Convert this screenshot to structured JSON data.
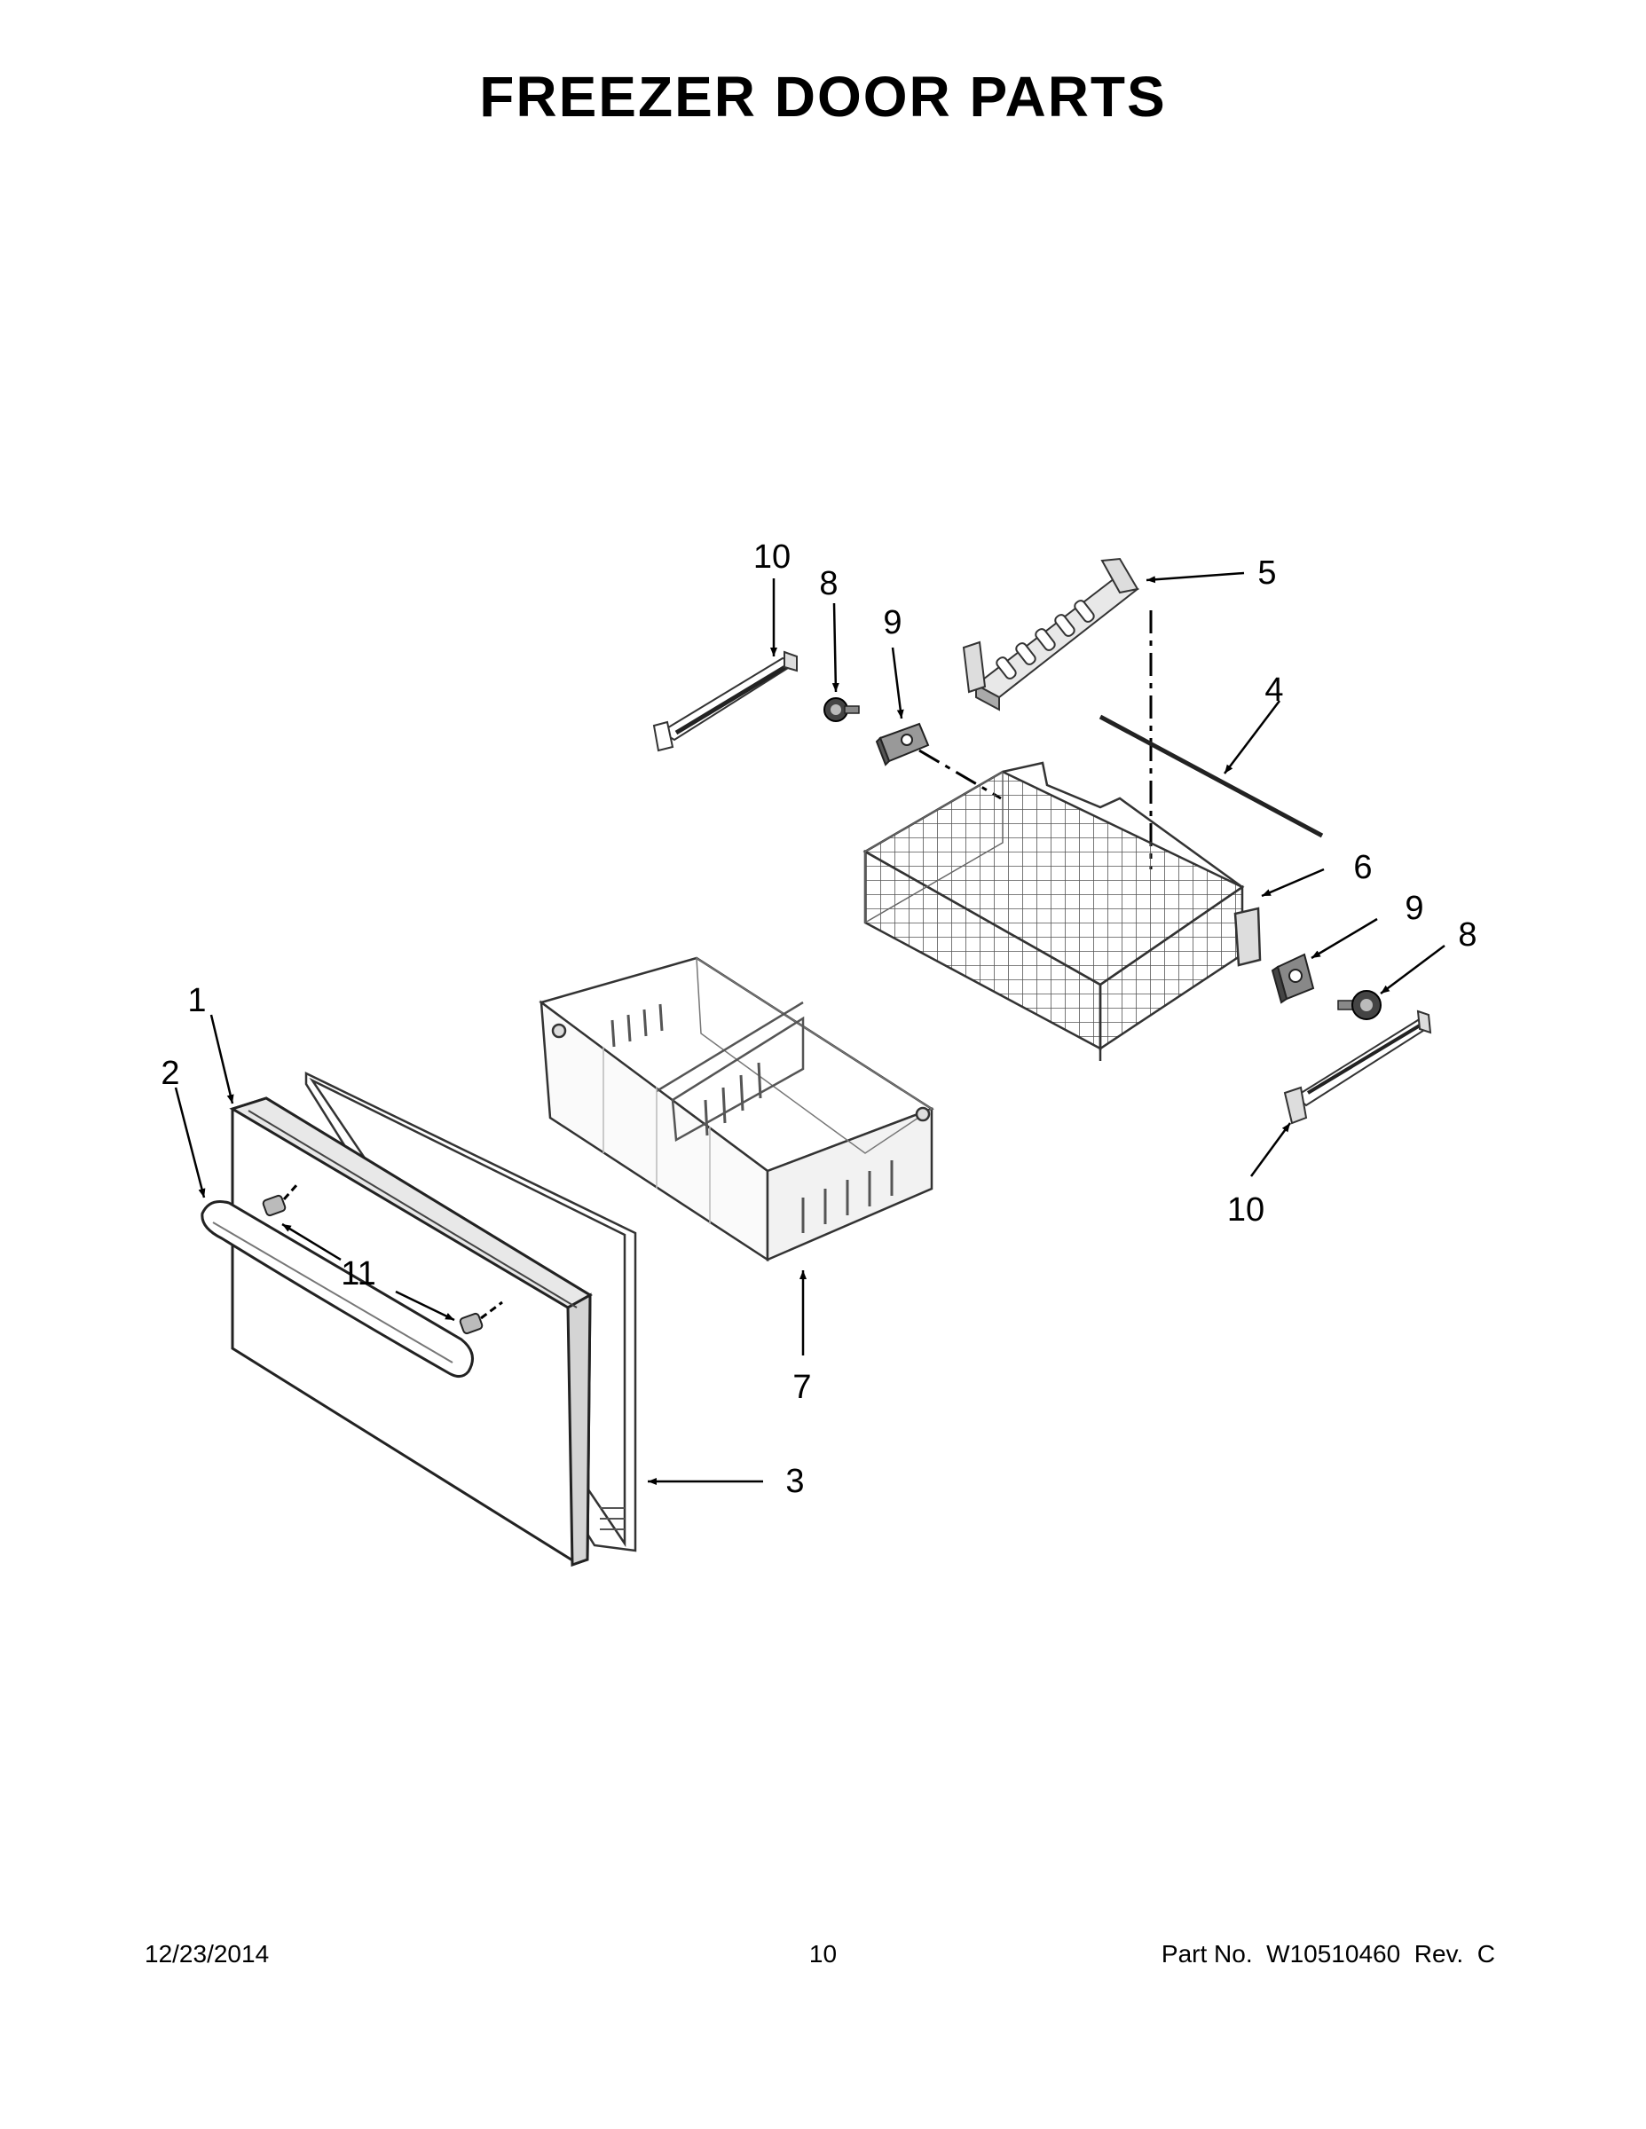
{
  "title": "FREEZER DOOR PARTS",
  "callouts": {
    "c1": "1",
    "c2": "2",
    "c3": "3",
    "c4": "4",
    "c5": "5",
    "c6": "6",
    "c7": "7",
    "c8a": "8",
    "c8b": "8",
    "c9a": "9",
    "c9b": "9",
    "c10a": "10",
    "c10b": "10",
    "c11": "11"
  },
  "footer": {
    "date": "12/23/2014",
    "page": "10",
    "part": "Part No.  W10510460  Rev.  C"
  }
}
